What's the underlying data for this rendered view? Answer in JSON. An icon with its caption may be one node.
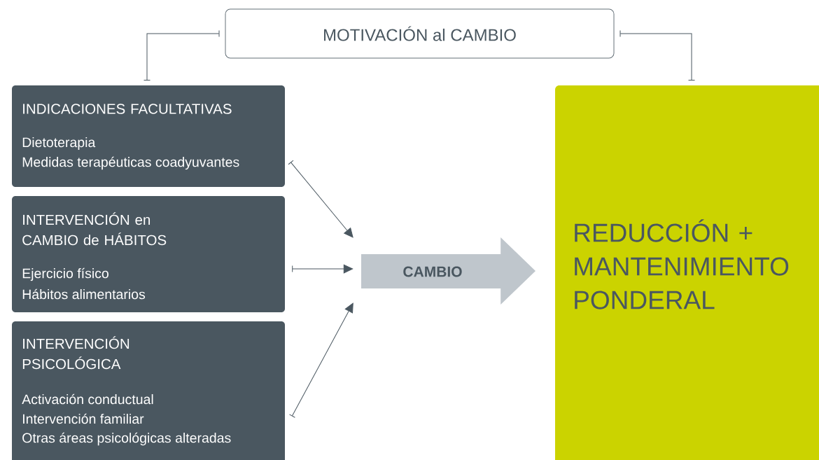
{
  "diagram": {
    "nodes": [
      {
        "text": [
          "MOTIVACIÓN al CAMBIO"
        ]
      },
      {
        "text": [
          "INDICACIONES FACULTATIVAS",
          "Dietoterapia",
          "Medidas terapéuticas coadyuvantes"
        ]
      },
      {
        "text": [
          "INTERVENCIÓN en CAMBIO de HÁBITOS",
          "Ejercicio físico",
          "Hábitos alimentarios"
        ]
      },
      {
        "text": [
          "INTERVENCIÓN PSICOLÓGICA",
          "Activación conductual",
          "Intervención familiar",
          "Otras áreas psicológicas alteradas"
        ]
      },
      {
        "text": [
          "CAMBIO"
        ]
      },
      {
        "text": [
          "REDUCCIÓN + MANTENIMIENTO PONDERAL"
        ]
      }
    ],
    "edges": [
      {
        "from": 0,
        "to": 1,
        "arrow": "none"
      },
      {
        "from": 0,
        "to": 5,
        "arrow": "none"
      },
      {
        "from": 1,
        "to": 4,
        "arrow": "to"
      },
      {
        "from": 2,
        "to": 4,
        "arrow": "to"
      },
      {
        "from": 3,
        "to": 4,
        "arrow": "to"
      }
    ]
  }
}
